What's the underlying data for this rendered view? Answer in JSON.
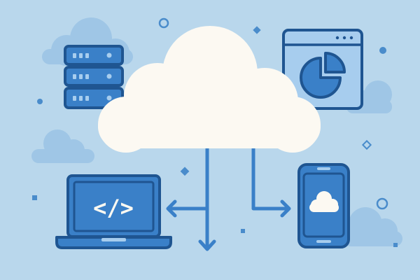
{
  "colors": {
    "background": "#b9d7ec",
    "cloud_fill": "#fcf9f2",
    "background_cloud": "#9fc6e6",
    "accent_blue": "#3a80c8",
    "dark_blue": "#1f5591",
    "panel_light": "#a7cdee",
    "decoration": "#4a8ccb"
  },
  "illustration": {
    "central_cloud": {
      "icon": "cloud-icon"
    },
    "server": {
      "icon": "server-stack-icon",
      "units": 3
    },
    "dashboard_window": {
      "icon": "pie-chart-window-icon",
      "slices": 2
    },
    "laptop": {
      "icon": "laptop-icon",
      "screen_text": "</>"
    },
    "phone": {
      "icon": "smartphone-icon",
      "screen_icon": "cloud-icon"
    },
    "connections": [
      "to-laptop",
      "down",
      "to-phone"
    ]
  }
}
